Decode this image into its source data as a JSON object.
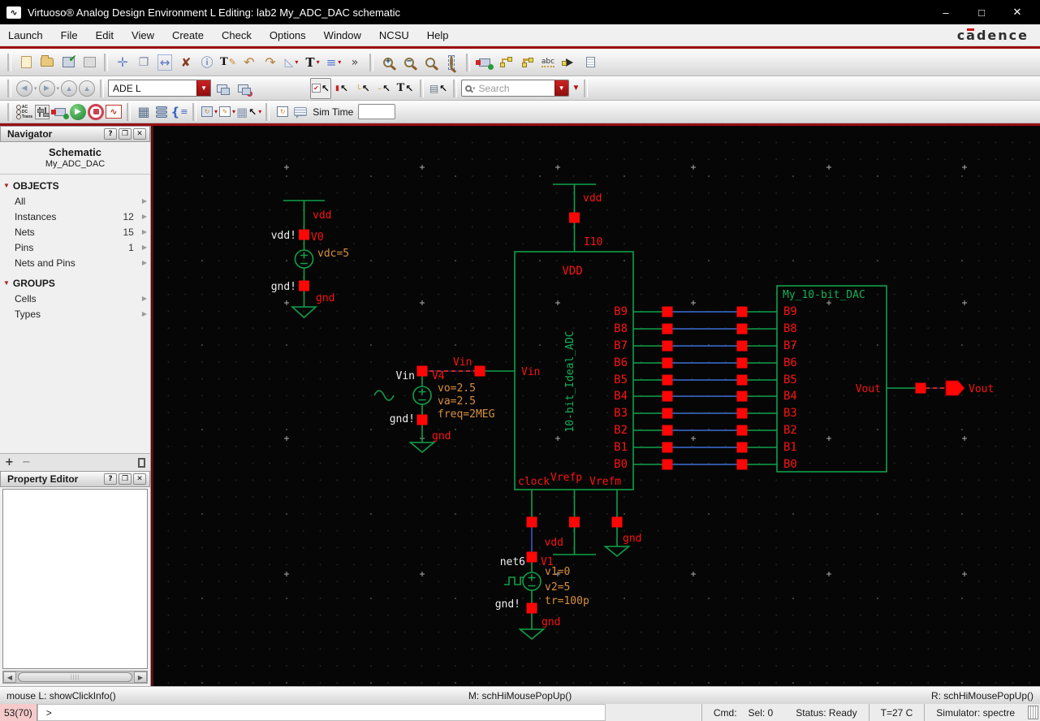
{
  "window": {
    "title": "Virtuoso® Analog Design Environment L Editing: lab2 My_ADC_DAC schematic"
  },
  "menu": {
    "items": [
      "Launch",
      "File",
      "Edit",
      "View",
      "Create",
      "Check",
      "Options",
      "Window",
      "NCSU",
      "Help"
    ],
    "logo": "cadence"
  },
  "icons": {
    "app_glyph": "∿",
    "minimize": "–",
    "maximize": "□",
    "close": "✕",
    "move": "✛",
    "copy": "❐",
    "stretch": "↔",
    "delete": "✘",
    "info": "ⓘ",
    "label_t": "T",
    "pencil": "✎",
    "undo": "↶",
    "redo": "↷",
    "rotate": "◺",
    "align": "≡",
    "overflow": "»",
    "zoom_in": "+",
    "zoom_out": "−",
    "zoom_fit": "▢",
    "back": "◀",
    "forward": "▶",
    "up": "▲",
    "top": "▲",
    "mini_caret": "▾",
    "dropdown": "▼",
    "check": "✔",
    "pointer": "↖",
    "partial": "▮",
    "wire_stub": "└",
    "minus": "−",
    "text_t": "T",
    "list": "▤",
    "play": "▶",
    "wave": "∿",
    "brace": "{",
    "calc": "▦",
    "refresh": "↻",
    "probe_grid": "▦",
    "help": "?",
    "float": "❐",
    "section_arrow": "▼",
    "row_arrow": "▶",
    "add": "+",
    "remove": "−",
    "left": "◀",
    "right": "▶"
  },
  "toolbar2": {
    "workspace_value": "ADE L",
    "search_placeholder": "Search"
  },
  "toolbar3": {
    "analyses_lines": [
      "AC",
      "DC",
      "Trans"
    ],
    "sim_time_label": "Sim Time",
    "sim_time_value": ""
  },
  "navigator": {
    "title": "Navigator",
    "view_type": "Schematic",
    "cell_name": "My_ADC_DAC",
    "objects_label": "OBJECTS",
    "rows": [
      {
        "label": "All",
        "count": ""
      },
      {
        "label": "Instances",
        "count": "12"
      },
      {
        "label": "Nets",
        "count": "15"
      },
      {
        "label": "Pins",
        "count": "1"
      },
      {
        "label": "Nets and Pins",
        "count": ""
      }
    ],
    "groups_label": "GROUPS",
    "group_rows": [
      {
        "label": "Cells"
      },
      {
        "label": "Types"
      }
    ]
  },
  "property_editor": {
    "title": "Property Editor"
  },
  "schematic": {
    "v0": {
      "rail_label": "vdd",
      "net": "vdd!",
      "name": "V0",
      "param": "vdc=5",
      "gnd_net": "gnd!",
      "gnd_label": "gnd"
    },
    "adc": {
      "rail_label": "vdd",
      "name": "I10",
      "vdd_pin": "VDD",
      "cell": "10-bit_Ideal_ADC",
      "vin_pin": "Vin",
      "clock_pin": "clock",
      "vrefp_pin": "Vrefp",
      "vrefm_pin": "Vrefm",
      "bits": [
        "B9",
        "B8",
        "B7",
        "B6",
        "B5",
        "B4",
        "B3",
        "B2",
        "B1",
        "B0"
      ]
    },
    "dac": {
      "cell": "My_10-bit_DAC",
      "vout_pin": "Vout",
      "bits": [
        "B9",
        "B8",
        "B7",
        "B6",
        "B5",
        "B4",
        "B3",
        "B2",
        "B1",
        "B0"
      ]
    },
    "v4": {
      "wire_net": "Vin",
      "net": "Vin",
      "name": "V4",
      "params": [
        "vo=2.5",
        "va=2.5",
        "freq=2MEG"
      ],
      "gnd_net": "gnd!",
      "gnd_label": "gnd"
    },
    "v1": {
      "net": "net6",
      "name": "V1",
      "params": [
        "v1=0",
        "v2=5",
        "tr=100p"
      ],
      "gnd_net": "gnd!",
      "gnd_label": "gnd"
    },
    "vrefp_supply_label": "vdd",
    "vrefm_ground_label": "gnd",
    "output_net": "Vout"
  },
  "mouse_bindings": {
    "left": "mouse L: showClickInfo()",
    "middle": "M: schHiMousePopUp()",
    "right": "R: schHiMousePopUp()"
  },
  "command": {
    "line_badge": "53(70)",
    "prompt": ">",
    "cmd_label": "Cmd:",
    "sel_label": "Sel: 0",
    "status_label": "Status: Ready",
    "temp_label": "T=27 C",
    "simulator_label": "Simulator: spectre"
  }
}
